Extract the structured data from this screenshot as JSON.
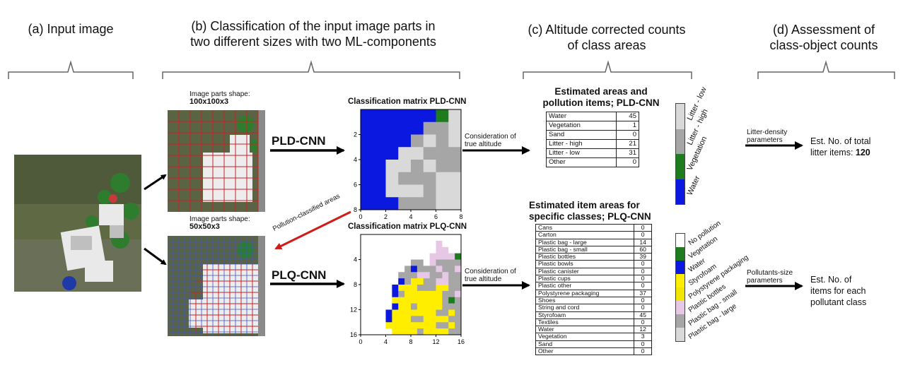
{
  "headers": {
    "a": "(a) Input image",
    "b_line1": "(b) Classification of the input image parts  in",
    "b_line2": "two different sizes with two ML-components",
    "c_line1": "(c) Altitude corrected counts",
    "c_line2": "of class areas",
    "d_line1": "(d) Assessment of",
    "d_line2": "class-object counts"
  },
  "grid_labels": {
    "top_shape_caption": "Image parts shape:",
    "top_shape_value": "100x100x3",
    "bottom_shape_caption": "Image parts shape:",
    "bottom_shape_value": "50x50x3",
    "pollution_arrow": "Pollution-classified areas"
  },
  "models": {
    "pld": "PLD-CNN",
    "plq": "PLQ-CNN"
  },
  "matrices": {
    "pld_title": "Classification matrix PLD-CNN",
    "plq_title": "Classification matrix PLQ-CNN",
    "pld_ticks": [
      "0",
      "2",
      "4",
      "6",
      "8"
    ],
    "plq_ticks": [
      "0",
      "4",
      "8",
      "12",
      "16"
    ],
    "altitude_top": [
      "Consideration of",
      "true altitude"
    ],
    "altitude_bottom": [
      "Consideration of",
      "true altitude"
    ]
  },
  "pld_table": {
    "title_line1": "Estimated areas and",
    "title_line2": "pollution items; PLD-CNN",
    "rows": [
      {
        "label": "Water",
        "value": "45"
      },
      {
        "label": "Vegetation",
        "value": "1"
      },
      {
        "label": "Sand",
        "value": "0"
      },
      {
        "label": "Litter - high",
        "value": "21"
      },
      {
        "label": "Litter - low",
        "value": "31"
      },
      {
        "label": "Other",
        "value": "0"
      }
    ]
  },
  "plq_table": {
    "title_line1": "Estimated item areas for",
    "title_line2": "specific classes; PLQ-CNN",
    "rows": [
      {
        "label": "Cans",
        "value": "0"
      },
      {
        "label": "Carton",
        "value": "0"
      },
      {
        "label": "Plastic bag - large",
        "value": "14"
      },
      {
        "label": "Plastic bag - small",
        "value": "60"
      },
      {
        "label": "Plastic bottles",
        "value": "39"
      },
      {
        "label": "Plastic bowls",
        "value": "0"
      },
      {
        "label": "Plastic canister",
        "value": "0"
      },
      {
        "label": "Plastic cups",
        "value": "0"
      },
      {
        "label": "Plastic other",
        "value": "0"
      },
      {
        "label": "Polystyrene packaging",
        "value": "37"
      },
      {
        "label": "Shoes",
        "value": "0"
      },
      {
        "label": "String and cord",
        "value": "0"
      },
      {
        "label": "Styrofoam",
        "value": "45"
      },
      {
        "label": "Textiles",
        "value": "0"
      },
      {
        "label": "Water",
        "value": "12"
      },
      {
        "label": "Vegetation",
        "value": "3"
      },
      {
        "label": "Sand",
        "value": "0"
      },
      {
        "label": "Other",
        "value": "0"
      }
    ]
  },
  "legend_top": {
    "items": [
      {
        "label": "Litter - low",
        "color": "#d9d9d9"
      },
      {
        "label": "Litter - high",
        "color": "#a6a6a6"
      },
      {
        "label": "Vegetation",
        "color": "#1e7b1e"
      },
      {
        "label": "Water",
        "color": "#0a18e0"
      }
    ]
  },
  "legend_bottom": {
    "items": [
      {
        "label": "No pollution",
        "color": "#ffffff"
      },
      {
        "label": "Vegetation",
        "color": "#1e7b1e"
      },
      {
        "label": "Water",
        "color": "#0a18e0"
      },
      {
        "label": "Styrofoam",
        "color": "#ffee00"
      },
      {
        "label": "Polystyrene packaging",
        "color": "#f2e600"
      },
      {
        "label": "Plastic bottles",
        "color": "#e6c8e6"
      },
      {
        "label": "Plastic bag - small",
        "color": "#a6a6a6"
      },
      {
        "label": "Plastic bag - large",
        "color": "#d9d9d9"
      }
    ]
  },
  "assessment": {
    "top_params": [
      "Litter-density",
      "parameters"
    ],
    "top_result_line1": "Est. No. of total",
    "top_result_line2_prefix": "litter items: ",
    "top_result_value": "120",
    "bottom_params": [
      "Pollutants-size",
      "parameters"
    ],
    "bottom_result": [
      "Est. No. of",
      "items for each",
      "pollutant class"
    ]
  },
  "colors": {
    "water": "#0a18e0",
    "vegetation": "#1e7b1e",
    "litter_high": "#a6a6a6",
    "litter_low": "#d9d9d9",
    "styrofoam": "#ffee00",
    "plastic_bottles": "#e6c8e6",
    "pollution_arrow": "#d11a1a"
  }
}
